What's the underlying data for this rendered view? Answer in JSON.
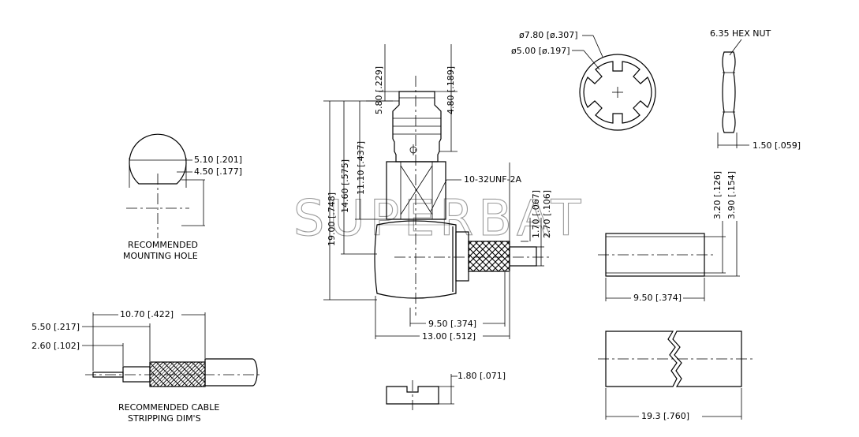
{
  "watermark": "SUPERBAT",
  "mounting_hole": {
    "dim_width": "5.10 [.201]",
    "dim_flat": "4.50 [.177]",
    "caption_line1": "RECOMMENDED",
    "caption_line2": "MOUNTING HOLE"
  },
  "cable_stripping": {
    "dim_overall": "10.70 [.422]",
    "dim_braid": "5.50 [.217]",
    "dim_pin": "2.60 [.102]",
    "caption_line1": "RECOMMENDED CABLE",
    "caption_line2": "STRIPPING DIM'S"
  },
  "connector": {
    "dim_top_left": "5.80 [.229]",
    "dim_top_right": "4.80 [.189]",
    "dim_overall_height": "19.00 [.748]",
    "dim_height_2": "14.60 [.575]",
    "dim_height_3": "11.10 [.437]",
    "thread": "10-32UNF-2A",
    "dim_ferrule_1": "1.70 [.067]",
    "dim_ferrule_2": "2.70 [.106]",
    "dim_offset": "9.50 [.374]",
    "dim_overall_width": "13.00 [.512]"
  },
  "washer": {
    "dim_outer": "ø7.80 [ø.307]",
    "dim_inner": "ø5.00 [ø.197]"
  },
  "hex_nut": {
    "label": "6.35 HEX NUT",
    "dim_thickness": "1.50 [.059]"
  },
  "ferrule_sleeve": {
    "dim_inner": "3.20 [.126]",
    "dim_outer": "3.90 [.154]",
    "dim_length": "9.50 [.374]"
  },
  "heat_shrink": {
    "dim_length": "19.3 [.760]"
  },
  "contact_pin": {
    "dim_height": "1.80 [.071]"
  }
}
